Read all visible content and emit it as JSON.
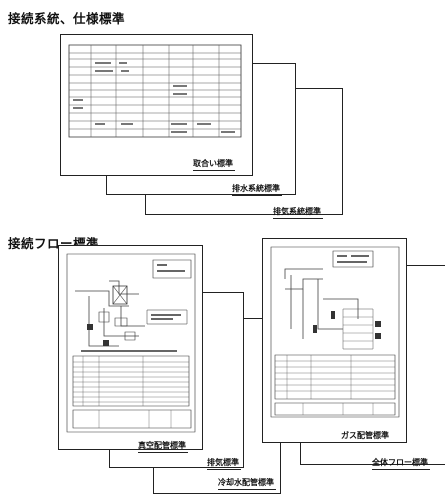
{
  "sections": {
    "spec": {
      "title": "接続系統、仕様標準"
    },
    "flow": {
      "title": "接続フロー標準"
    }
  },
  "spec_sheets": [
    {
      "label": "取合い標準"
    },
    {
      "label": "排水系統標準"
    },
    {
      "label": "排気系統標準"
    }
  ],
  "flow_sheets": [
    {
      "label": "真空配管標準"
    },
    {
      "label": "ガス配管標準"
    },
    {
      "label": "排気標準"
    },
    {
      "label": "冷却水配管標準"
    },
    {
      "label": "全体フロー標準"
    }
  ]
}
